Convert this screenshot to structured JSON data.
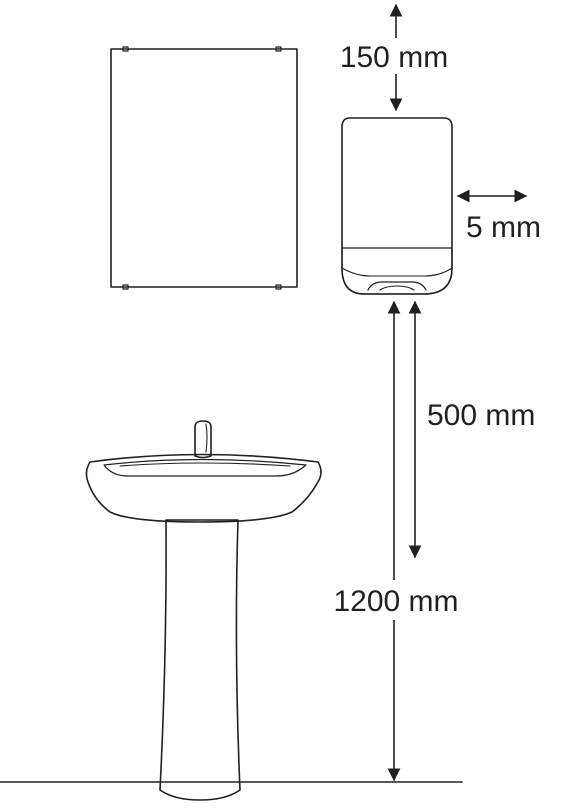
{
  "dimensions": {
    "top_clearance": "150 mm",
    "side_clearance": "5 mm",
    "sink_gap": "500 mm",
    "floor_height": "1200 mm"
  },
  "colors": {
    "line": "#231f20",
    "fill_light": "#ffffff",
    "fill_shade": "#f2f2f2"
  }
}
